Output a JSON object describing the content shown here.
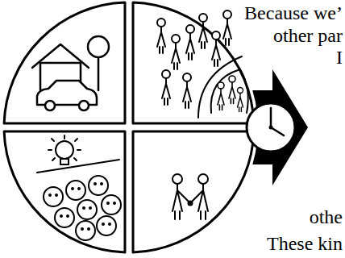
{
  "diagram": {
    "labels": [
      "Because we’",
      "other par",
      "I",
      "othe",
      "These kin"
    ]
  }
}
